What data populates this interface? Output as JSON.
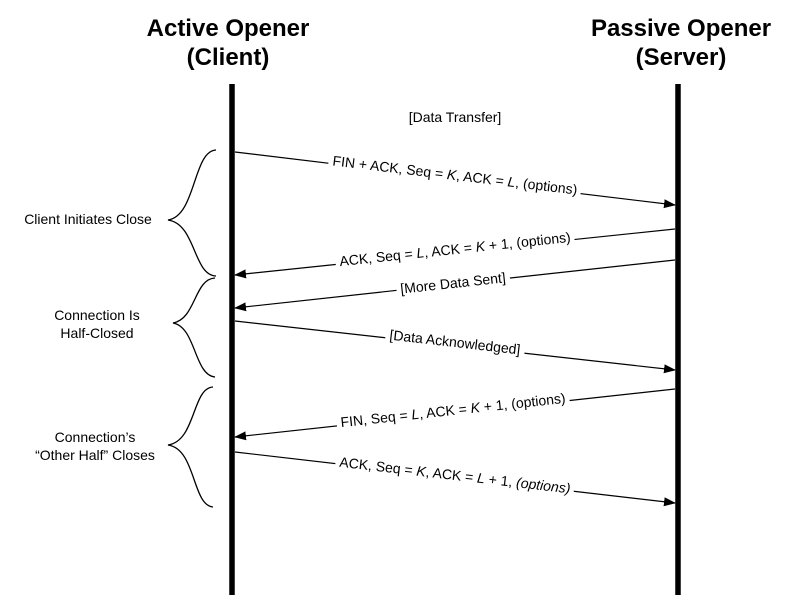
{
  "header": {
    "left_actor": {
      "line1": "Active Opener",
      "line2": "(Client)"
    },
    "right_actor": {
      "line1": "Passive Opener",
      "line2": "(Server)"
    }
  },
  "notes": {
    "data_transfer": "[Data Transfer]"
  },
  "messages": [
    {
      "id": "fin-ack-client-to-server",
      "direction": "client-to-server",
      "text": "FIN + ACK, Seq = K, ACK = L, (options)",
      "segments": [
        {
          "t": "FIN + ACK, Seq = "
        },
        {
          "t": "K",
          "i": true
        },
        {
          "t": ", ACK = "
        },
        {
          "t": "L",
          "i": true
        },
        {
          "t": ", (options)"
        }
      ]
    },
    {
      "id": "ack-server-to-client",
      "direction": "server-to-client",
      "text": "ACK, Seq = L, ACK = K + 1, (options)",
      "segments": [
        {
          "t": "ACK, Seq = "
        },
        {
          "t": "L",
          "i": true
        },
        {
          "t": ", ACK = "
        },
        {
          "t": "K",
          "i": true
        },
        {
          "t": " + 1, (options)"
        }
      ]
    },
    {
      "id": "more-data-sent",
      "direction": "server-to-client",
      "text": "[More Data Sent]",
      "segments": [
        {
          "t": "[More Data Sent]"
        }
      ]
    },
    {
      "id": "data-acknowledged",
      "direction": "client-to-server",
      "text": "[Data Acknowledged]",
      "segments": [
        {
          "t": "[Data Acknowledged]"
        }
      ]
    },
    {
      "id": "fin-server-to-client",
      "direction": "server-to-client",
      "text": "FIN, Seq = L, ACK = K + 1, (options)",
      "segments": [
        {
          "t": "FIN, Seq = "
        },
        {
          "t": "L",
          "i": true
        },
        {
          "t": ", ACK = "
        },
        {
          "t": "K",
          "i": true
        },
        {
          "t": " + 1, (options)"
        }
      ]
    },
    {
      "id": "ack-client-to-server",
      "direction": "client-to-server",
      "text": "ACK, Seq = K, ACK = L + 1, (options)",
      "segments": [
        {
          "t": "ACK, Seq = "
        },
        {
          "t": "K",
          "i": true
        },
        {
          "t": ", ACK = "
        },
        {
          "t": "L",
          "i": true
        },
        {
          "t": " + 1, "
        },
        {
          "t": "(options)",
          "i": true
        }
      ]
    }
  ],
  "annotations": [
    {
      "lines": [
        "Client Initiates Close"
      ]
    },
    {
      "lines": [
        "Connection Is",
        "Half-Closed"
      ]
    },
    {
      "lines": [
        "Connection’s",
        "“Other Half” Closes"
      ]
    }
  ],
  "colors": {
    "ink": "#000000",
    "background": "#ffffff"
  }
}
